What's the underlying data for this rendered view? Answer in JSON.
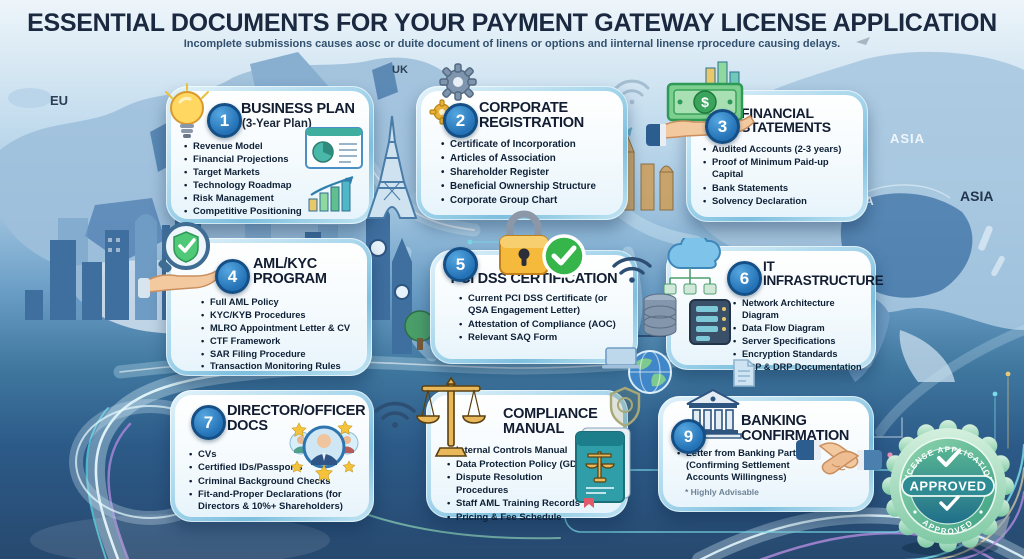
{
  "header": {
    "title": "ESSENTIAL DOCUMENTS FOR YOUR PAYMENT GATEWAY LICENSE APPLICATION",
    "subtitle": "Incomplete submissions causes aosc or duite document of linens or options and iinternal linense rprocedure causing delays."
  },
  "map_labels": {
    "eu_dark": "EU",
    "eu_light": "EU",
    "uk": "UK",
    "asia_light": "ASIA",
    "asia_dark": "ASIA",
    "india": "INDIA"
  },
  "cards": {
    "business_plan": {
      "number": "1",
      "title": "BUSINESS PLAN",
      "subtitle": "(3-Year Plan)",
      "items": [
        "Revenue Model",
        "Financial Projections",
        "Target Markets",
        "Technology Roadmap",
        "Risk Management",
        "Competitive Positioning"
      ]
    },
    "corporate_registration": {
      "number": "2",
      "title": "CORPORATE REGISTRATION",
      "items": [
        "Certificate of Incorporation",
        "Articles of Association",
        "Shareholder Register",
        "Beneficial Ownership Structure",
        "Corporate Group Chart"
      ]
    },
    "financial_statements": {
      "number": "3",
      "title": "FINANCIAL STATEMENTS",
      "items": [
        "Audited Accounts (2-3 years)",
        "Proof of Minimum Paid-up Capital",
        "Bank Statements",
        "Solvency Declaration"
      ]
    },
    "aml_kyc_program": {
      "number": "4",
      "title": "AML/KYC PROGRAM",
      "items": [
        "Full AML Policy",
        "KYC/KYB Procedures",
        "MLRO Appointment Letter & CV",
        "CTF Framework",
        "SAR Filing Procedure",
        "Transaction Monitoring Rules"
      ]
    },
    "pci_dss_certification": {
      "number": "5",
      "title": "PCI DSS CERTIFICATION",
      "items": [
        "Current PCI DSS Certificate (or QSA Engagement Letter)",
        "Attestation of Compliance (AOC)",
        "Relevant SAQ Form"
      ]
    },
    "it_infrastructure": {
      "number": "6",
      "title": "IT INFRASTRUCTURE",
      "items": [
        "Network Architecture Diagram",
        "Data Flow Diagram",
        "Server Specifications",
        "Encryption Standards",
        "BCP & DRP Documentation"
      ]
    },
    "director_officer_docs": {
      "number": "7",
      "title": "DIRECTOR/OFFICER DOCS",
      "items": [
        "CVs",
        "Certified IDs/Passports",
        "Criminal Background Checks",
        "Fit-and-Proper Declarations (for Directors & 10%+ Shareholders)"
      ]
    },
    "compliance_manual": {
      "title": "COMPLIANCE MANUAL",
      "items": [
        "Internal Controls Manual",
        "Data Protection Policy (GDPR)",
        "Dispute Resolution Procedures",
        "Staff AML Training Records",
        "Pricing & Fee Schedule"
      ]
    },
    "banking_confirmation": {
      "number": "9",
      "title": "BANKING CONFIRMATION",
      "items": [
        "Letter from Banking Partner (Confirming Settlement Accounts Willingness)"
      ],
      "note": "* Highly Advisable"
    }
  },
  "approval_badge": {
    "arc_top": "LICENSE APPLICATION",
    "center": "APPROVED",
    "arc_bottom": "APPROVED"
  },
  "icons": {
    "lightbulb-icon": "idea bulb",
    "gear-icon": "cog wheels",
    "money-hand-icon": "hand holding banknote",
    "magnifier-shield-icon": "magnifying glass over shield check",
    "padlock-check-icon": "padlock with green check",
    "cloud-network-icon": "cloud with servers",
    "people-stars-icon": "director avatars with stars",
    "scales-icon": "scales of justice",
    "book-icon": "compliance manual book",
    "bank-icon": "bank building",
    "handshake-icon": "handshake",
    "globe-icon": "globe",
    "wifi-icon": "wifi signal",
    "approved-seal-icon": "approved seal"
  },
  "colors": {
    "badge_blue": "#2a7cbe",
    "card_border": "#8fc6e2",
    "approved_green": "#5cb894",
    "deep_navy": "#27496f",
    "accent_cyan": "#7adbe8"
  }
}
